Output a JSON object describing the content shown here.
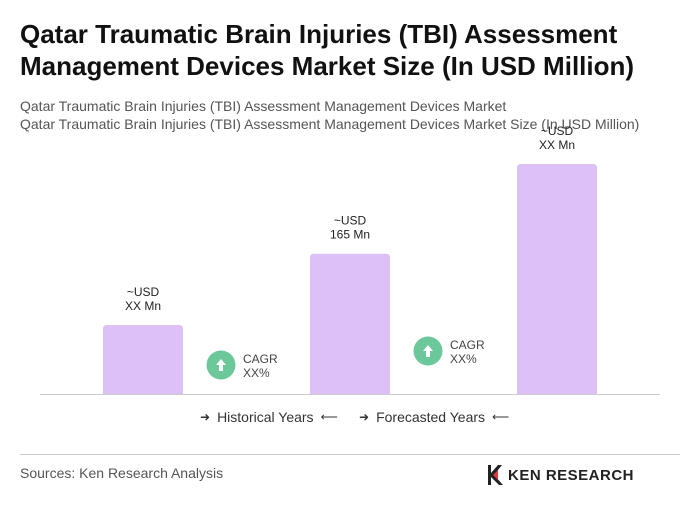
{
  "title": "Qatar Traumatic Brain Injuries (TBI) Assessment Management Devices Market Size (In USD Million)",
  "subtitle_1": "Qatar Traumatic Brain Injuries (TBI) Assessment Management Devices Market",
  "subtitle_2": "Qatar Traumatic Brain Injuries (TBI) Assessment Management Devices Market Size (In USD Million)",
  "colors": {
    "bar": "#dcc0f6",
    "cagr_circle": "#6cc79a",
    "axis": "#cccccc"
  },
  "chart_data": {
    "type": "bar",
    "bars": [
      {
        "label_line1": "~USD",
        "label_line2": "XX Mn",
        "relative_height": 0.3
      },
      {
        "label_line1": "~USD",
        "label_line2": "165 Mn",
        "relative_height": 0.61
      },
      {
        "label_line1": "~USD",
        "label_line2": "XX Mn",
        "relative_height": 1.0
      }
    ],
    "cagr": [
      {
        "label_line1": "CAGR",
        "label_line2": "XX%"
      },
      {
        "label_line1": "CAGR",
        "label_line2": "XX%"
      }
    ]
  },
  "legend": {
    "historical": "Historical Years",
    "forecasted": "Forecasted Years",
    "arrow_right": "➜",
    "arrow_left": "⟵"
  },
  "source": "Sources: Ken Research Analysis",
  "logo": {
    "text": "KEN RESEARCH",
    "icon": "ken-research-logo-icon"
  }
}
